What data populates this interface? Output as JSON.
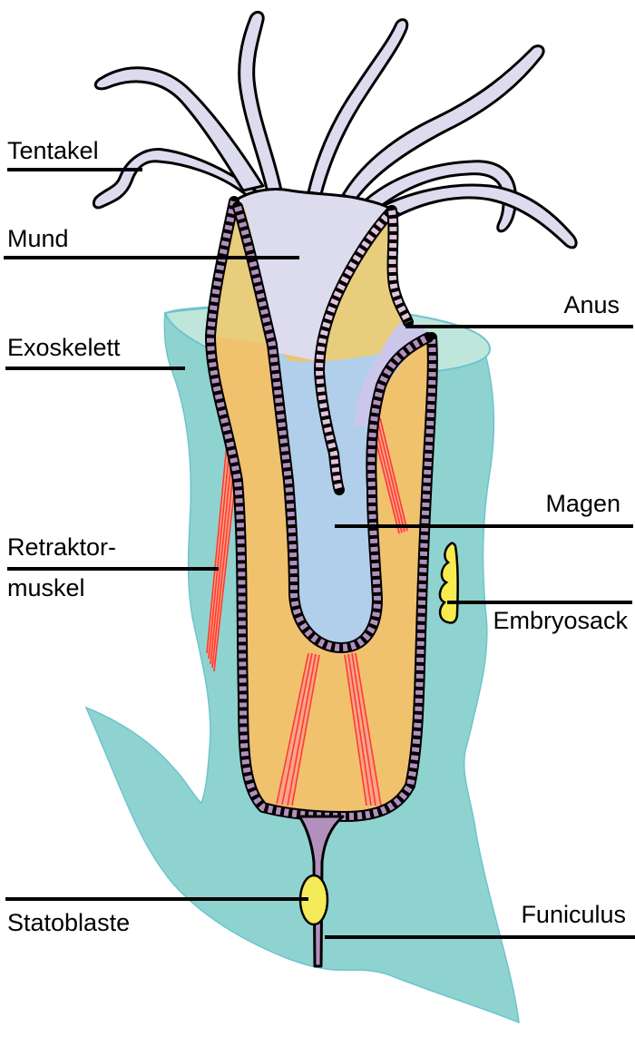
{
  "diagram": {
    "subject": "Bryozoa zooid (Moostierchen) cross-section",
    "labels": [
      {
        "id": "tentakel",
        "text": "Tentakel",
        "side": "left"
      },
      {
        "id": "mund",
        "text": "Mund",
        "side": "left"
      },
      {
        "id": "anus",
        "text": "Anus",
        "side": "right"
      },
      {
        "id": "exoskelett",
        "text": "Exoskelett",
        "side": "left"
      },
      {
        "id": "magen",
        "text": "Magen",
        "side": "right"
      },
      {
        "id": "retraktor_line1",
        "text": "Retraktor-",
        "side": "left"
      },
      {
        "id": "retraktor_line2",
        "text": "muskel",
        "side": "left"
      },
      {
        "id": "embryosack",
        "text": "Embryosack",
        "side": "right"
      },
      {
        "id": "statoblaste",
        "text": "Statoblaste",
        "side": "left"
      },
      {
        "id": "funiculus",
        "text": "Funiculus",
        "side": "right"
      }
    ],
    "label_text": {
      "tentakel": "Tentakel",
      "mund": "Mund",
      "anus": "Anus",
      "exoskelett": "Exoskelett",
      "magen": "Magen",
      "retraktor_line1": "Retraktor-",
      "retraktor_line2": "muskel",
      "embryosack": "Embryosack",
      "statoblaste": "Statoblaste",
      "funiculus": "Funiculus"
    },
    "colors": {
      "exoskeleton": "#8fd3d0",
      "exoskeleton_rim": "#bfe6da",
      "tentacles": "#dddcef",
      "gut_lumen": "#b1cfea",
      "body_cavity": "#f0c26e",
      "upper_cavity": "#e8cd7d",
      "epithelium": "#b290bd",
      "epithelium_light": "#e2c4dd",
      "muscle": "#ff3b2f",
      "muscle_fill": "#f9a58a",
      "statoblast": "#f5ea58",
      "embryo_sac": "#f7eb50",
      "outline": "#000000"
    }
  }
}
